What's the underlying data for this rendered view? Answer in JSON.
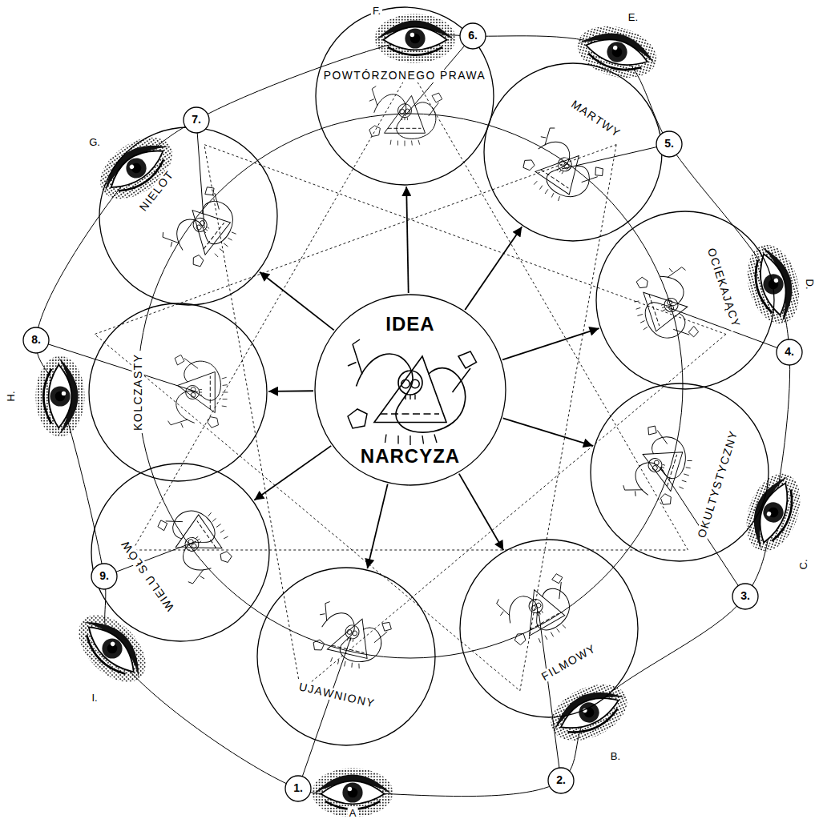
{
  "diagram": {
    "nodes": [
      {
        "text": [
          "IDEA",
          "NARCYZA"
        ]
      },
      {
        "text": [
          "UJAWNIONY"
        ]
      },
      {
        "text": [
          "FILMOWY"
        ]
      },
      {
        "text": [
          "OKULTYSTYCZNY"
        ]
      },
      {
        "text": [
          "OCIEKAJĄCY"
        ]
      },
      {
        "text": [
          "MARTWY"
        ]
      },
      {
        "text": [
          "POWTÓRZONEGO PRAWA"
        ]
      },
      {
        "text": [
          "NIELOT"
        ]
      },
      {
        "text": [
          "KOLCZASTY"
        ]
      },
      {
        "text": [
          "WIELU SŁÓW"
        ]
      },
      {
        "text": [
          "1."
        ]
      },
      {
        "text": [
          "2."
        ]
      },
      {
        "text": [
          "3."
        ]
      },
      {
        "text": [
          "4."
        ]
      },
      {
        "text": [
          "5."
        ]
      },
      {
        "text": [
          "6."
        ]
      },
      {
        "text": [
          "7."
        ]
      },
      {
        "text": [
          "8."
        ]
      },
      {
        "text": [
          "9."
        ]
      }
    ],
    "edges": [
      {
        "from": 0,
        "to": 1,
        "arrow": "to"
      },
      {
        "from": 0,
        "to": 2,
        "arrow": "to"
      },
      {
        "from": 0,
        "to": 3,
        "arrow": "to"
      },
      {
        "from": 0,
        "to": 4,
        "arrow": "to"
      },
      {
        "from": 0,
        "to": 5,
        "arrow": "to"
      },
      {
        "from": 0,
        "to": 6,
        "arrow": "to"
      },
      {
        "from": 0,
        "to": 7,
        "arrow": "to"
      },
      {
        "from": 0,
        "to": 8,
        "arrow": "to"
      },
      {
        "from": 0,
        "to": 9,
        "arrow": "to"
      }
    ],
    "labels": [
      "A",
      "B.",
      "C.",
      "D.",
      "E.",
      "F.",
      "G.",
      "H.",
      "I."
    ]
  }
}
